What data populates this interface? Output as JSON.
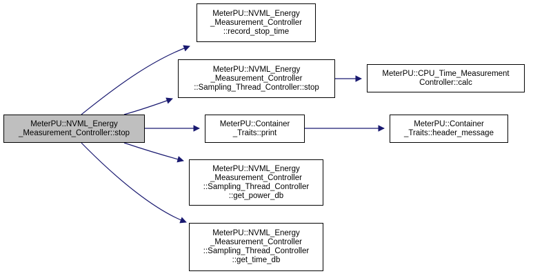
{
  "colors": {
    "edge": "#191970",
    "root_fill": "#bfbfbf",
    "node_fill": "#ffffff",
    "border": "#000000"
  },
  "nodes": [
    {
      "id": "root",
      "lines": [
        "MeterPU::NVML_Energy",
        "_Measurement_Controller::stop"
      ]
    },
    {
      "id": "record",
      "lines": [
        "MeterPU::NVML_Energy",
        "_Measurement_Controller",
        "::record_stop_time"
      ]
    },
    {
      "id": "sstop",
      "lines": [
        "MeterPU::NVML_Energy",
        "_Measurement_Controller",
        "::Sampling_Thread_Controller::stop"
      ]
    },
    {
      "id": "calc",
      "lines": [
        "MeterPU::CPU_Time_Measurement",
        "Controller::calc"
      ]
    },
    {
      "id": "print",
      "lines": [
        "MeterPU::Container",
        "_Traits::print"
      ]
    },
    {
      "id": "header",
      "lines": [
        "MeterPU::Container",
        "_Traits::header_message"
      ]
    },
    {
      "id": "power",
      "lines": [
        "MeterPU::NVML_Energy",
        "_Measurement_Controller",
        "::Sampling_Thread_Controller",
        "::get_power_db"
      ]
    },
    {
      "id": "time",
      "lines": [
        "MeterPU::NVML_Energy",
        "_Measurement_Controller",
        "::Sampling_Thread_Controller",
        "::get_time_db"
      ]
    }
  ],
  "edges": [
    {
      "from": "root",
      "to": "record"
    },
    {
      "from": "root",
      "to": "sstop"
    },
    {
      "from": "root",
      "to": "print"
    },
    {
      "from": "root",
      "to": "power"
    },
    {
      "from": "root",
      "to": "time"
    },
    {
      "from": "sstop",
      "to": "calc"
    },
    {
      "from": "print",
      "to": "header"
    }
  ]
}
